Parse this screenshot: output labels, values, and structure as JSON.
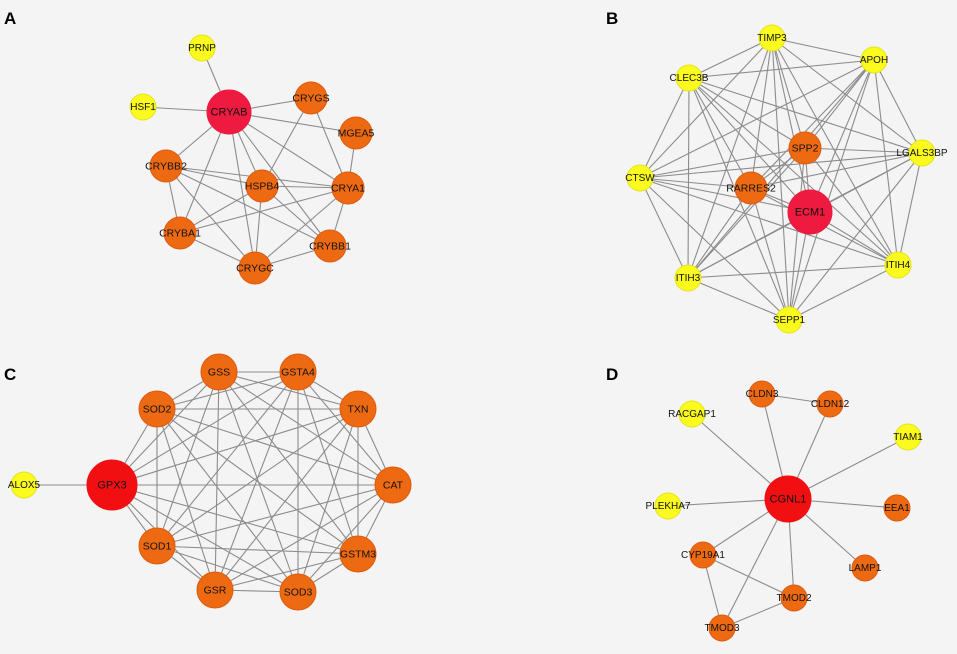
{
  "colors": {
    "background": "#f4f4f4",
    "edge": "#8c8c8c",
    "hub": "#ee1a3f",
    "red": "#f20f12",
    "orange": "#ee6a12",
    "orange_stroke": "#dc5a0e",
    "yellow": "#fafa1e",
    "yellow_stroke": "#e4e41a"
  },
  "panels": [
    {
      "letter": "A",
      "nodes": [
        {
          "id": "PRNP",
          "label": "PRNP",
          "color": "yellow",
          "size": "small"
        },
        {
          "id": "HSF1",
          "label": "HSF1",
          "color": "yellow",
          "size": "small"
        },
        {
          "id": "CRYAB",
          "label": "CRYAB",
          "color": "hub",
          "size": "large"
        },
        {
          "id": "CRYGS",
          "label": "CRYGS",
          "color": "orange",
          "size": "medium"
        },
        {
          "id": "MGEA5",
          "label": "MGEA5",
          "color": "orange",
          "size": "medium"
        },
        {
          "id": "CRYBB2",
          "label": "CRYBB2",
          "color": "orange",
          "size": "medium"
        },
        {
          "id": "HSPB4",
          "label": "HSPB4",
          "color": "orange",
          "size": "medium"
        },
        {
          "id": "CRYA1",
          "label": "CRYA1",
          "color": "orange",
          "size": "medium"
        },
        {
          "id": "CRYBA1",
          "label": "CRYBA1",
          "color": "orange",
          "size": "medium"
        },
        {
          "id": "CRYBB1",
          "label": "CRYBB1",
          "color": "orange",
          "size": "medium"
        },
        {
          "id": "CRYGC",
          "label": "CRYGC",
          "color": "orange",
          "size": "medium"
        }
      ],
      "edges": [
        [
          "CRYAB",
          "PRNP"
        ],
        [
          "CRYAB",
          "HSF1"
        ],
        [
          "CRYAB",
          "CRYGS"
        ],
        [
          "CRYAB",
          "MGEA5"
        ],
        [
          "CRYAB",
          "CRYBB2"
        ],
        [
          "CRYAB",
          "HSPB4"
        ],
        [
          "CRYAB",
          "CRYA1"
        ],
        [
          "CRYAB",
          "CRYBA1"
        ],
        [
          "CRYAB",
          "CRYBB1"
        ],
        [
          "CRYAB",
          "CRYGC"
        ],
        [
          "CRYGS",
          "HSPB4"
        ],
        [
          "CRYGS",
          "CRYA1"
        ],
        [
          "MGEA5",
          "CRYA1"
        ],
        [
          "CRYBB2",
          "HSPB4"
        ],
        [
          "CRYBB2",
          "CRYA1"
        ],
        [
          "CRYBB2",
          "CRYBA1"
        ],
        [
          "CRYBB2",
          "CRYGC"
        ],
        [
          "CRYBB2",
          "CRYBB1"
        ],
        [
          "HSPB4",
          "CRYA1"
        ],
        [
          "HSPB4",
          "CRYBA1"
        ],
        [
          "HSPB4",
          "CRYGC"
        ],
        [
          "HSPB4",
          "CRYBB1"
        ],
        [
          "CRYA1",
          "CRYBA1"
        ],
        [
          "CRYA1",
          "CRYGC"
        ],
        [
          "CRYA1",
          "CRYBB1"
        ],
        [
          "CRYBA1",
          "CRYGC"
        ],
        [
          "CRYGC",
          "CRYBB1"
        ]
      ]
    },
    {
      "letter": "B",
      "nodes": [
        {
          "id": "TIMP3",
          "label": "TIMP3",
          "color": "yellow",
          "size": "small"
        },
        {
          "id": "APOH",
          "label": "APOH",
          "color": "yellow",
          "size": "small"
        },
        {
          "id": "CLEC3B",
          "label": "CLEC3B",
          "color": "yellow",
          "size": "small"
        },
        {
          "id": "SPP2",
          "label": "SPP2",
          "color": "orange",
          "size": "medium"
        },
        {
          "id": "LGALS3BP",
          "label": "LGALS3BP",
          "color": "yellow",
          "size": "small"
        },
        {
          "id": "CTSW",
          "label": "CTSW",
          "color": "yellow",
          "size": "small"
        },
        {
          "id": "RARRES2",
          "label": "RARRES2",
          "color": "orange",
          "size": "medium"
        },
        {
          "id": "ECM1",
          "label": "ECM1",
          "color": "hub",
          "size": "large"
        },
        {
          "id": "ITIH3",
          "label": "ITIH3",
          "color": "yellow",
          "size": "small"
        },
        {
          "id": "ITIH4",
          "label": "ITIH4",
          "color": "yellow",
          "size": "small"
        },
        {
          "id": "SEPP1",
          "label": "SEPP1",
          "color": "yellow",
          "size": "small"
        }
      ],
      "edges": [
        [
          "TIMP3",
          "CLEC3B"
        ],
        [
          "TIMP3",
          "APOH"
        ],
        [
          "TIMP3",
          "SPP2"
        ],
        [
          "TIMP3",
          "RARRES2"
        ],
        [
          "TIMP3",
          "ECM1"
        ],
        [
          "TIMP3",
          "ITIH3"
        ],
        [
          "TIMP3",
          "ITIH4"
        ],
        [
          "TIMP3",
          "SEPP1"
        ],
        [
          "TIMP3",
          "CTSW"
        ],
        [
          "TIMP3",
          "LGALS3BP"
        ],
        [
          "APOH",
          "CLEC3B"
        ],
        [
          "APOH",
          "SPP2"
        ],
        [
          "APOH",
          "RARRES2"
        ],
        [
          "APOH",
          "ECM1"
        ],
        [
          "APOH",
          "ITIH3"
        ],
        [
          "APOH",
          "ITIH4"
        ],
        [
          "APOH",
          "SEPP1"
        ],
        [
          "APOH",
          "LGALS3BP"
        ],
        [
          "APOH",
          "CTSW"
        ],
        [
          "CLEC3B",
          "SPP2"
        ],
        [
          "CLEC3B",
          "RARRES2"
        ],
        [
          "CLEC3B",
          "ECM1"
        ],
        [
          "CLEC3B",
          "ITIH3"
        ],
        [
          "CLEC3B",
          "ITIH4"
        ],
        [
          "CLEC3B",
          "SEPP1"
        ],
        [
          "CLEC3B",
          "CTSW"
        ],
        [
          "CLEC3B",
          "LGALS3BP"
        ],
        [
          "SPP2",
          "RARRES2"
        ],
        [
          "SPP2",
          "ECM1"
        ],
        [
          "SPP2",
          "CTSW"
        ],
        [
          "SPP2",
          "LGALS3BP"
        ],
        [
          "SPP2",
          "ITIH3"
        ],
        [
          "SPP2",
          "ITIH4"
        ],
        [
          "SPP2",
          "SEPP1"
        ],
        [
          "LGALS3BP",
          "CTSW"
        ],
        [
          "LGALS3BP",
          "RARRES2"
        ],
        [
          "LGALS3BP",
          "ECM1"
        ],
        [
          "LGALS3BP",
          "ITIH3"
        ],
        [
          "LGALS3BP",
          "ITIH4"
        ],
        [
          "LGALS3BP",
          "SEPP1"
        ],
        [
          "CTSW",
          "RARRES2"
        ],
        [
          "CTSW",
          "ECM1"
        ],
        [
          "CTSW",
          "ITIH3"
        ],
        [
          "CTSW",
          "ITIH4"
        ],
        [
          "CTSW",
          "SEPP1"
        ],
        [
          "RARRES2",
          "ECM1"
        ],
        [
          "RARRES2",
          "ITIH3"
        ],
        [
          "RARRES2",
          "ITIH4"
        ],
        [
          "RARRES2",
          "SEPP1"
        ],
        [
          "ECM1",
          "ITIH3"
        ],
        [
          "ECM1",
          "ITIH4"
        ],
        [
          "ECM1",
          "SEPP1"
        ],
        [
          "ITIH3",
          "SEPP1"
        ],
        [
          "ITIH3",
          "ITIH4"
        ],
        [
          "ITIH4",
          "SEPP1"
        ]
      ]
    },
    {
      "letter": "C",
      "nodes": [
        {
          "id": "GSS",
          "label": "GSS",
          "color": "orange",
          "size": "medium"
        },
        {
          "id": "GSTA4",
          "label": "GSTA4",
          "color": "orange",
          "size": "medium"
        },
        {
          "id": "SOD2",
          "label": "SOD2",
          "color": "orange",
          "size": "medium"
        },
        {
          "id": "TXN",
          "label": "TXN",
          "color": "orange",
          "size": "medium"
        },
        {
          "id": "ALOX5",
          "label": "ALOX5",
          "color": "yellow",
          "size": "small"
        },
        {
          "id": "GPX3",
          "label": "GPX3",
          "color": "red",
          "size": "large"
        },
        {
          "id": "CAT",
          "label": "CAT",
          "color": "orange",
          "size": "medium"
        },
        {
          "id": "SOD1",
          "label": "SOD1",
          "color": "orange",
          "size": "medium"
        },
        {
          "id": "GSTM3",
          "label": "GSTM3",
          "color": "orange",
          "size": "medium"
        },
        {
          "id": "GSR",
          "label": "GSR",
          "color": "orange",
          "size": "medium"
        },
        {
          "id": "SOD3",
          "label": "SOD3",
          "color": "orange",
          "size": "medium"
        }
      ],
      "edges": [
        [
          "ALOX5",
          "GPX3"
        ],
        [
          "GPX3",
          "GSS"
        ],
        [
          "GPX3",
          "GSTA4"
        ],
        [
          "GPX3",
          "SOD2"
        ],
        [
          "GPX3",
          "TXN"
        ],
        [
          "GPX3",
          "CAT"
        ],
        [
          "GPX3",
          "SOD1"
        ],
        [
          "GPX3",
          "GSTM3"
        ],
        [
          "GPX3",
          "GSR"
        ],
        [
          "GPX3",
          "SOD3"
        ],
        [
          "GSS",
          "GSTA4"
        ],
        [
          "GSS",
          "SOD2"
        ],
        [
          "GSS",
          "TXN"
        ],
        [
          "GSS",
          "CAT"
        ],
        [
          "GSS",
          "SOD1"
        ],
        [
          "GSS",
          "GSTM3"
        ],
        [
          "GSS",
          "GSR"
        ],
        [
          "GSS",
          "SOD3"
        ],
        [
          "GSTA4",
          "SOD2"
        ],
        [
          "GSTA4",
          "TXN"
        ],
        [
          "GSTA4",
          "CAT"
        ],
        [
          "GSTA4",
          "SOD1"
        ],
        [
          "GSTA4",
          "GSTM3"
        ],
        [
          "GSTA4",
          "GSR"
        ],
        [
          "GSTA4",
          "SOD3"
        ],
        [
          "SOD2",
          "TXN"
        ],
        [
          "SOD2",
          "CAT"
        ],
        [
          "SOD2",
          "SOD1"
        ],
        [
          "SOD2",
          "GSTM3"
        ],
        [
          "SOD2",
          "GSR"
        ],
        [
          "SOD2",
          "SOD3"
        ],
        [
          "TXN",
          "CAT"
        ],
        [
          "TXN",
          "SOD1"
        ],
        [
          "TXN",
          "GSTM3"
        ],
        [
          "TXN",
          "GSR"
        ],
        [
          "TXN",
          "SOD3"
        ],
        [
          "CAT",
          "SOD1"
        ],
        [
          "CAT",
          "GSTM3"
        ],
        [
          "CAT",
          "GSR"
        ],
        [
          "CAT",
          "SOD3"
        ],
        [
          "SOD1",
          "GSTM3"
        ],
        [
          "SOD1",
          "GSR"
        ],
        [
          "SOD1",
          "SOD3"
        ],
        [
          "GSTM3",
          "GSR"
        ],
        [
          "GSTM3",
          "SOD3"
        ],
        [
          "GSR",
          "SOD3"
        ]
      ]
    },
    {
      "letter": "D",
      "nodes": [
        {
          "id": "CLDN3",
          "label": "CLDN3",
          "color": "orange",
          "size": "small"
        },
        {
          "id": "CLDN12",
          "label": "CLDN12",
          "color": "orange",
          "size": "small"
        },
        {
          "id": "RACGAP1",
          "label": "RACGAP1",
          "color": "yellow",
          "size": "small"
        },
        {
          "id": "TIAM1",
          "label": "TIAM1",
          "color": "yellow",
          "size": "small"
        },
        {
          "id": "PLEKHA7",
          "label": "PLEKHA7",
          "color": "yellow",
          "size": "small"
        },
        {
          "id": "CGNL1",
          "label": "CGNL1",
          "color": "red",
          "size": "large"
        },
        {
          "id": "EEA1",
          "label": "EEA1",
          "color": "orange",
          "size": "small"
        },
        {
          "id": "CYP19A1",
          "label": "CYP19A1",
          "color": "orange",
          "size": "small"
        },
        {
          "id": "LAMP1",
          "label": "LAMP1",
          "color": "orange",
          "size": "small"
        },
        {
          "id": "TMOD2",
          "label": "TMOD2",
          "color": "orange",
          "size": "small"
        },
        {
          "id": "TMOD3",
          "label": "TMOD3",
          "color": "orange",
          "size": "small"
        }
      ],
      "edges": [
        [
          "CLDN3",
          "CLDN12"
        ],
        [
          "CGNL1",
          "CLDN3"
        ],
        [
          "CGNL1",
          "CLDN12"
        ],
        [
          "CGNL1",
          "RACGAP1"
        ],
        [
          "CGNL1",
          "TIAM1"
        ],
        [
          "CGNL1",
          "PLEKHA7"
        ],
        [
          "CGNL1",
          "EEA1"
        ],
        [
          "CGNL1",
          "LAMP1"
        ],
        [
          "CGNL1",
          "TMOD2"
        ],
        [
          "CGNL1",
          "CYP19A1"
        ],
        [
          "CGNL1",
          "TMOD3"
        ],
        [
          "CYP19A1",
          "TMOD2"
        ],
        [
          "CYP19A1",
          "TMOD3"
        ],
        [
          "TMOD3",
          "TMOD2"
        ]
      ]
    }
  ]
}
